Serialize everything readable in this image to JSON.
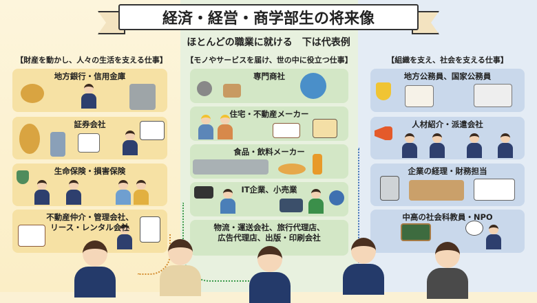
{
  "title": "経済・経営・商学部生の将来像",
  "subtitle": "ほとんどの職業に就ける　下は代表例",
  "columns": [
    {
      "heading": "【財産を動かし、人々の生活を支える仕事】",
      "cards": [
        "地方銀行・信用金庫",
        "証券会社",
        "生命保険・損害保険",
        "不動産仲介・管理会社、\nリース・レンタル会社"
      ]
    },
    {
      "heading": "【モノやサービスを届け、世の中に役立つ仕事】",
      "cards": [
        "専門商社",
        "住宅・不動産メーカー",
        "食品・飲料メーカー",
        "IT企業、小売業",
        "物流・運送会社、旅行代理店、\n広告代理店、出版・印刷会社"
      ]
    },
    {
      "heading": "【組織を支え、社会を支える仕事】",
      "cards": [
        "地方公務員、国家公務員",
        "人材紹介・派遣会社",
        "企業の経理・財務担当",
        "中高の社会科教員・NPO"
      ]
    }
  ],
  "colors": {
    "left_card": "#f6e1a4",
    "mid_card": "#d3e7c6",
    "right_card": "#c9d8eb"
  }
}
